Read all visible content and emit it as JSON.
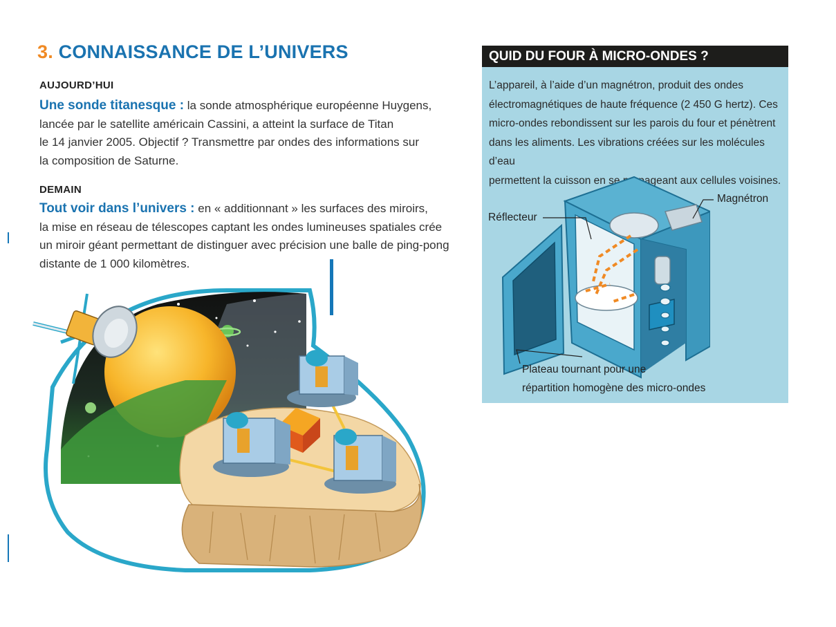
{
  "section": {
    "number": "3.",
    "title": "CONNAISSANCE DE L’UNIVERS"
  },
  "today": {
    "heading": "AUJOURD’HUI",
    "lead": "Une sonde titanesque :",
    "lines": [
      " la sonde atmosphérique européenne Huygens,",
      "lancée par le satellite américain Cassini, a atteint la surface de Titan",
      "le 14 janvier 2005. Objectif ? Transmettre par ondes des informations sur",
      "la composition de Saturne."
    ]
  },
  "tomorrow": {
    "heading": "DEMAIN",
    "lead": "Tout voir dans l’univers :",
    "lines": [
      " en « additionnant » les surfaces des miroirs,",
      "la mise en réseau de télescopes captant les ondes lumineuses spatiales crée",
      "un miroir géant permettant de distinguer avec précision une balle de ping-pong",
      "distante de 1 000 kilomètres."
    ]
  },
  "sidebar": {
    "title": "QUID DU FOUR À MICRO-ONDES ?",
    "lines": [
      "L’appareil, à l’aide d’un magnétron, produit des ondes",
      "électromagnétiques de haute fréquence (2 450 G hertz). Ces",
      "micro-ondes rebondissent sur les parois du four et pénètrent",
      "dans les aliments. Les vibrations créées sur les molécules d’eau",
      "permettent la cuisson en se propageant aux cellules voisines."
    ],
    "labels": {
      "magnetron": "Magnétron",
      "reflector": "Réflecteur",
      "plate_line1": "Plateau tournant pour une",
      "plate_line2": "répartition homogène des micro-ondes"
    },
    "colors": {
      "background": "#a8d6e4",
      "header": "#1d1d1b",
      "wave_arrows": "#f08a24"
    }
  },
  "colors": {
    "title_blue": "#1a73b0",
    "number_orange": "#f08a24"
  }
}
